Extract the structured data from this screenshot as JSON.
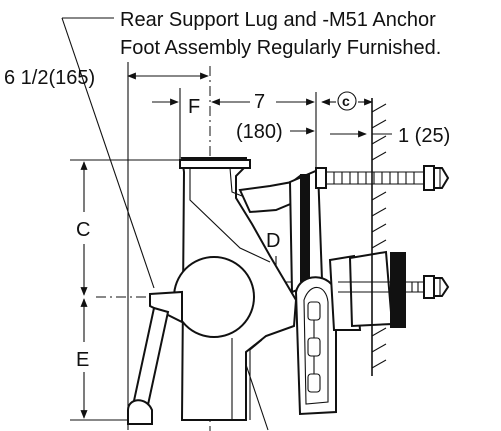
{
  "callout": {
    "line1": "Rear Support Lug and -M51 Anchor",
    "line2": "Foot Assembly Regularly Furnished."
  },
  "dimensions": {
    "d_top_left": "6 1/2(165)",
    "f": "F",
    "seven": "7",
    "seven_mm": "(180)",
    "c_circle": "c",
    "one": "1 (25)",
    "c_side": "C",
    "d": "D",
    "e": "E"
  },
  "colors": {
    "ink": "#111111",
    "paper": "#ffffff"
  }
}
